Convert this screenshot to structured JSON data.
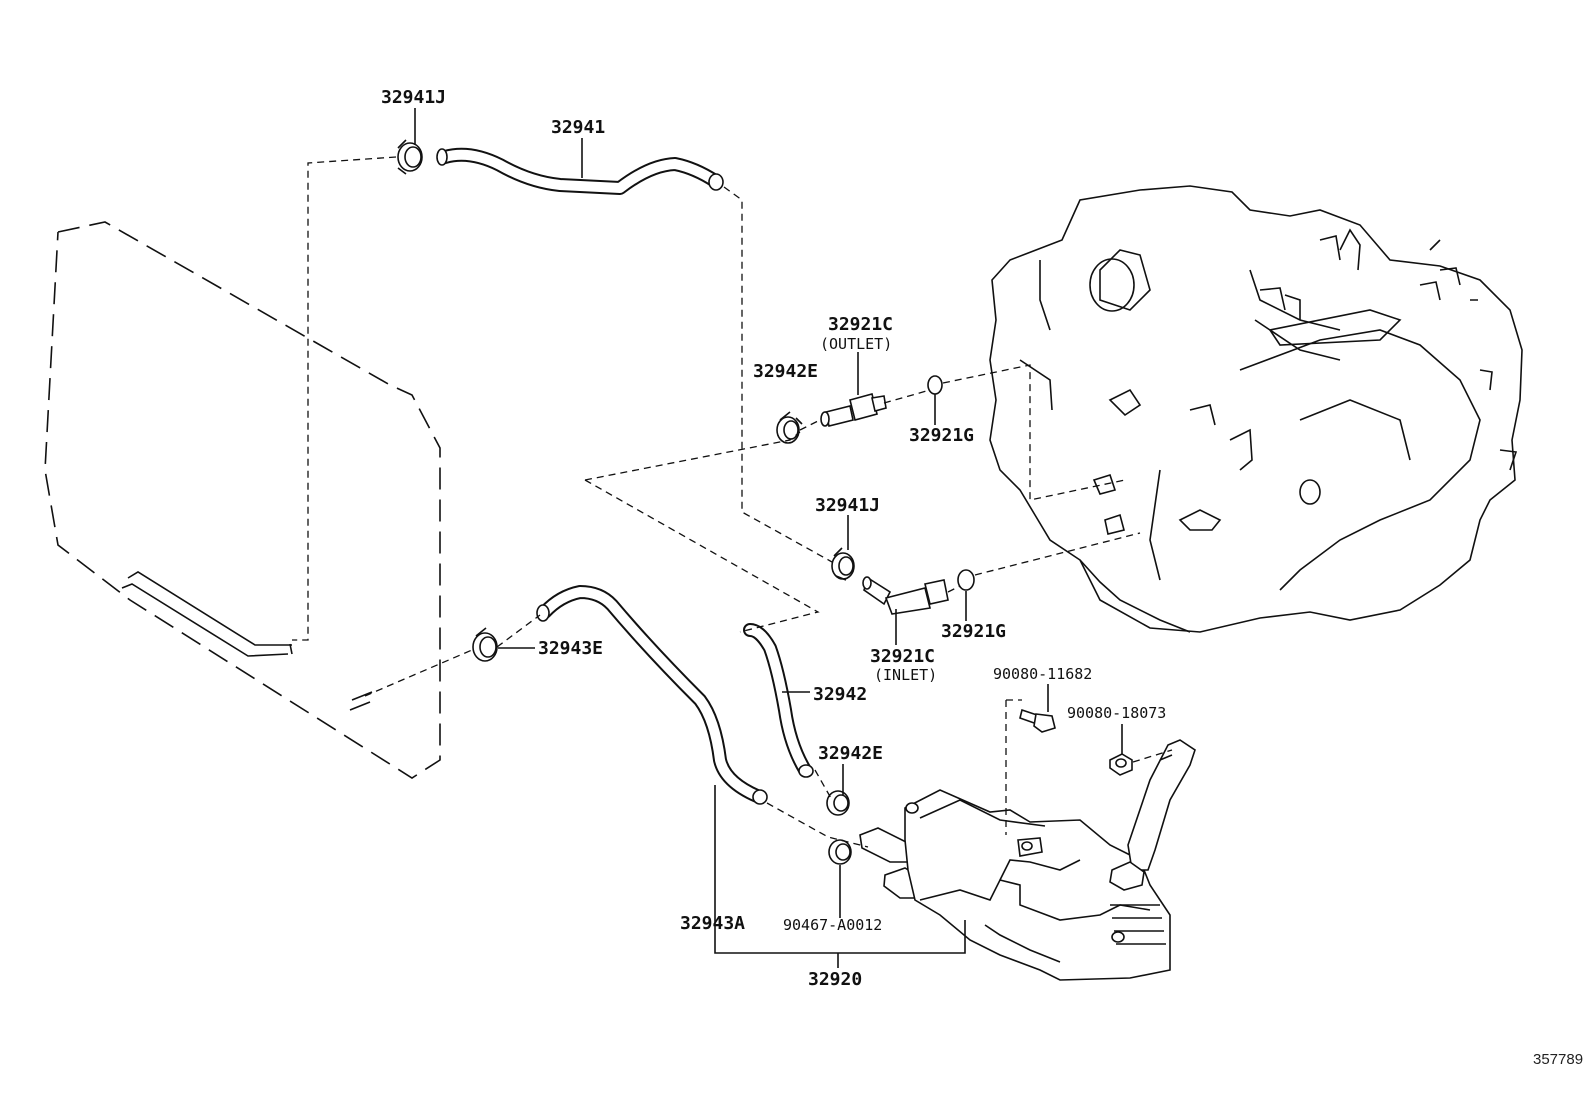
{
  "diagram": {
    "labels": {
      "p32941J_top": "32941J",
      "p32941": "32941",
      "p32921C_outlet": "32921C",
      "outlet_note": "(OUTLET)",
      "p32942E_top": "32942E",
      "p32921G_top": "32921G",
      "p32941J_mid": "32941J",
      "p32921G_bottom": "32921G",
      "p32921C_inlet": "32921C",
      "inlet_note": "(INLET)",
      "p32943E": "32943E",
      "p32942": "32942",
      "p90080_11682": "90080-11682",
      "p90080_18073": "90080-18073",
      "p32942E_bottom": "32942E",
      "p32943A": "32943A",
      "p90467_A0012": "90467-A0012",
      "p32920": "32920"
    },
    "reference_number": "357789"
  }
}
